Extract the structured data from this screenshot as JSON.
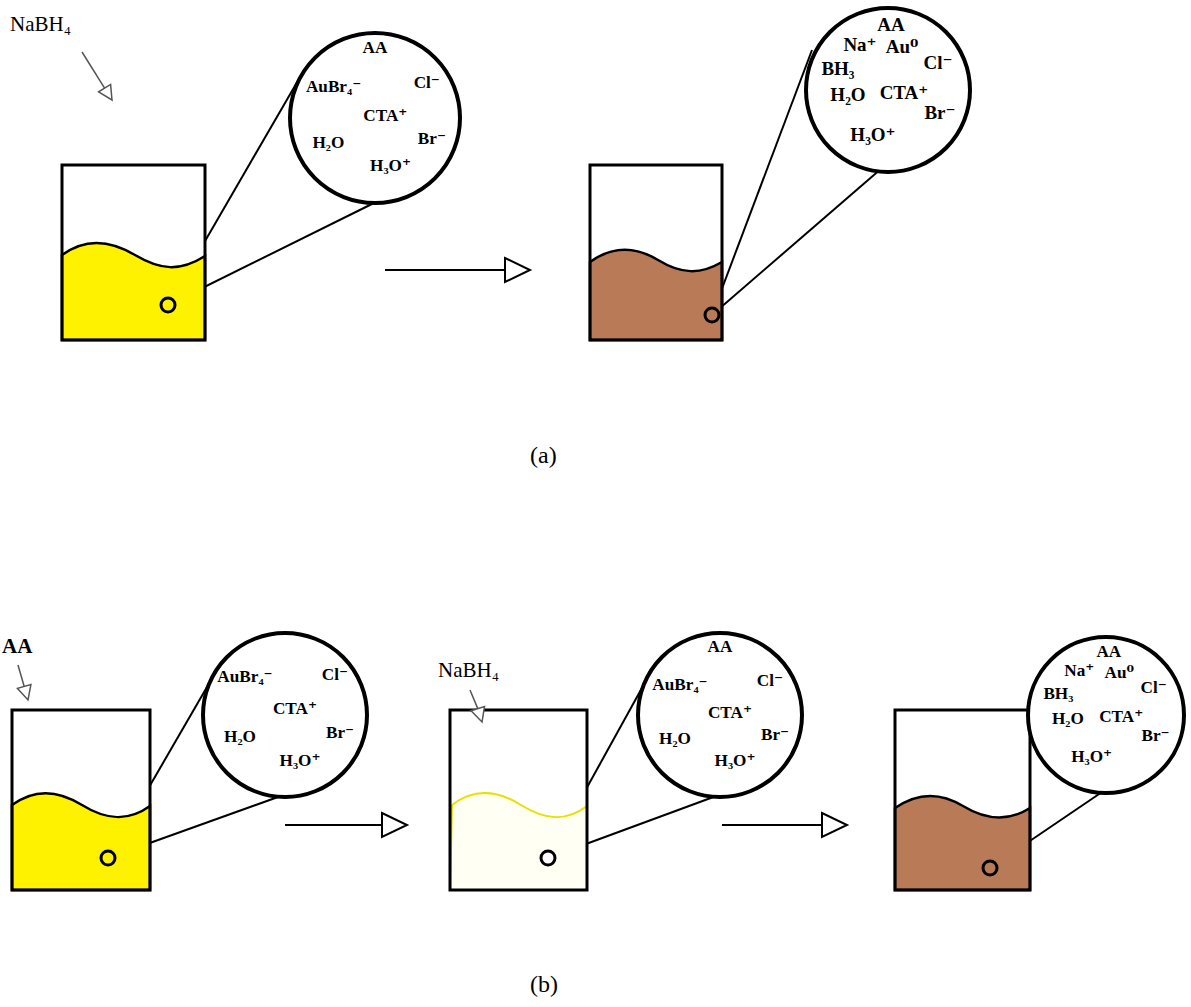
{
  "diagram": {
    "nodes": [
      {
        "text": [
          "AA",
          "AuBr₄⁻",
          "Cl⁻",
          "CTA⁺",
          "H₂O",
          "Br⁻",
          "H₃O⁺"
        ]
      },
      {
        "text": [
          "AA",
          "Na⁺",
          "Au⁰",
          "Cl⁻",
          "BH₃",
          "H₂O",
          "CTA⁺",
          "Br⁻",
          "H₃O⁺"
        ]
      },
      {
        "text": [
          "AuBr₄⁻",
          "Cl⁻",
          "CTA⁺",
          "H₂O",
          "Br⁻",
          "H₃O⁺"
        ]
      },
      {
        "text": [
          "AA",
          "AuBr₄⁻",
          "Cl⁻",
          "CTA⁺",
          "H₂O",
          "Br⁻",
          "H₃O⁺"
        ]
      },
      {
        "text": [
          "AA",
          "Na⁺",
          "Au⁰",
          "Cl⁻",
          "BH₃",
          "H₂O",
          "CTA⁺",
          "Br⁻",
          "H₃O⁺"
        ]
      }
    ],
    "labels": [
      "NaBH₄",
      "(a)",
      "AA",
      "NaBH₄",
      "(b)"
    ]
  }
}
